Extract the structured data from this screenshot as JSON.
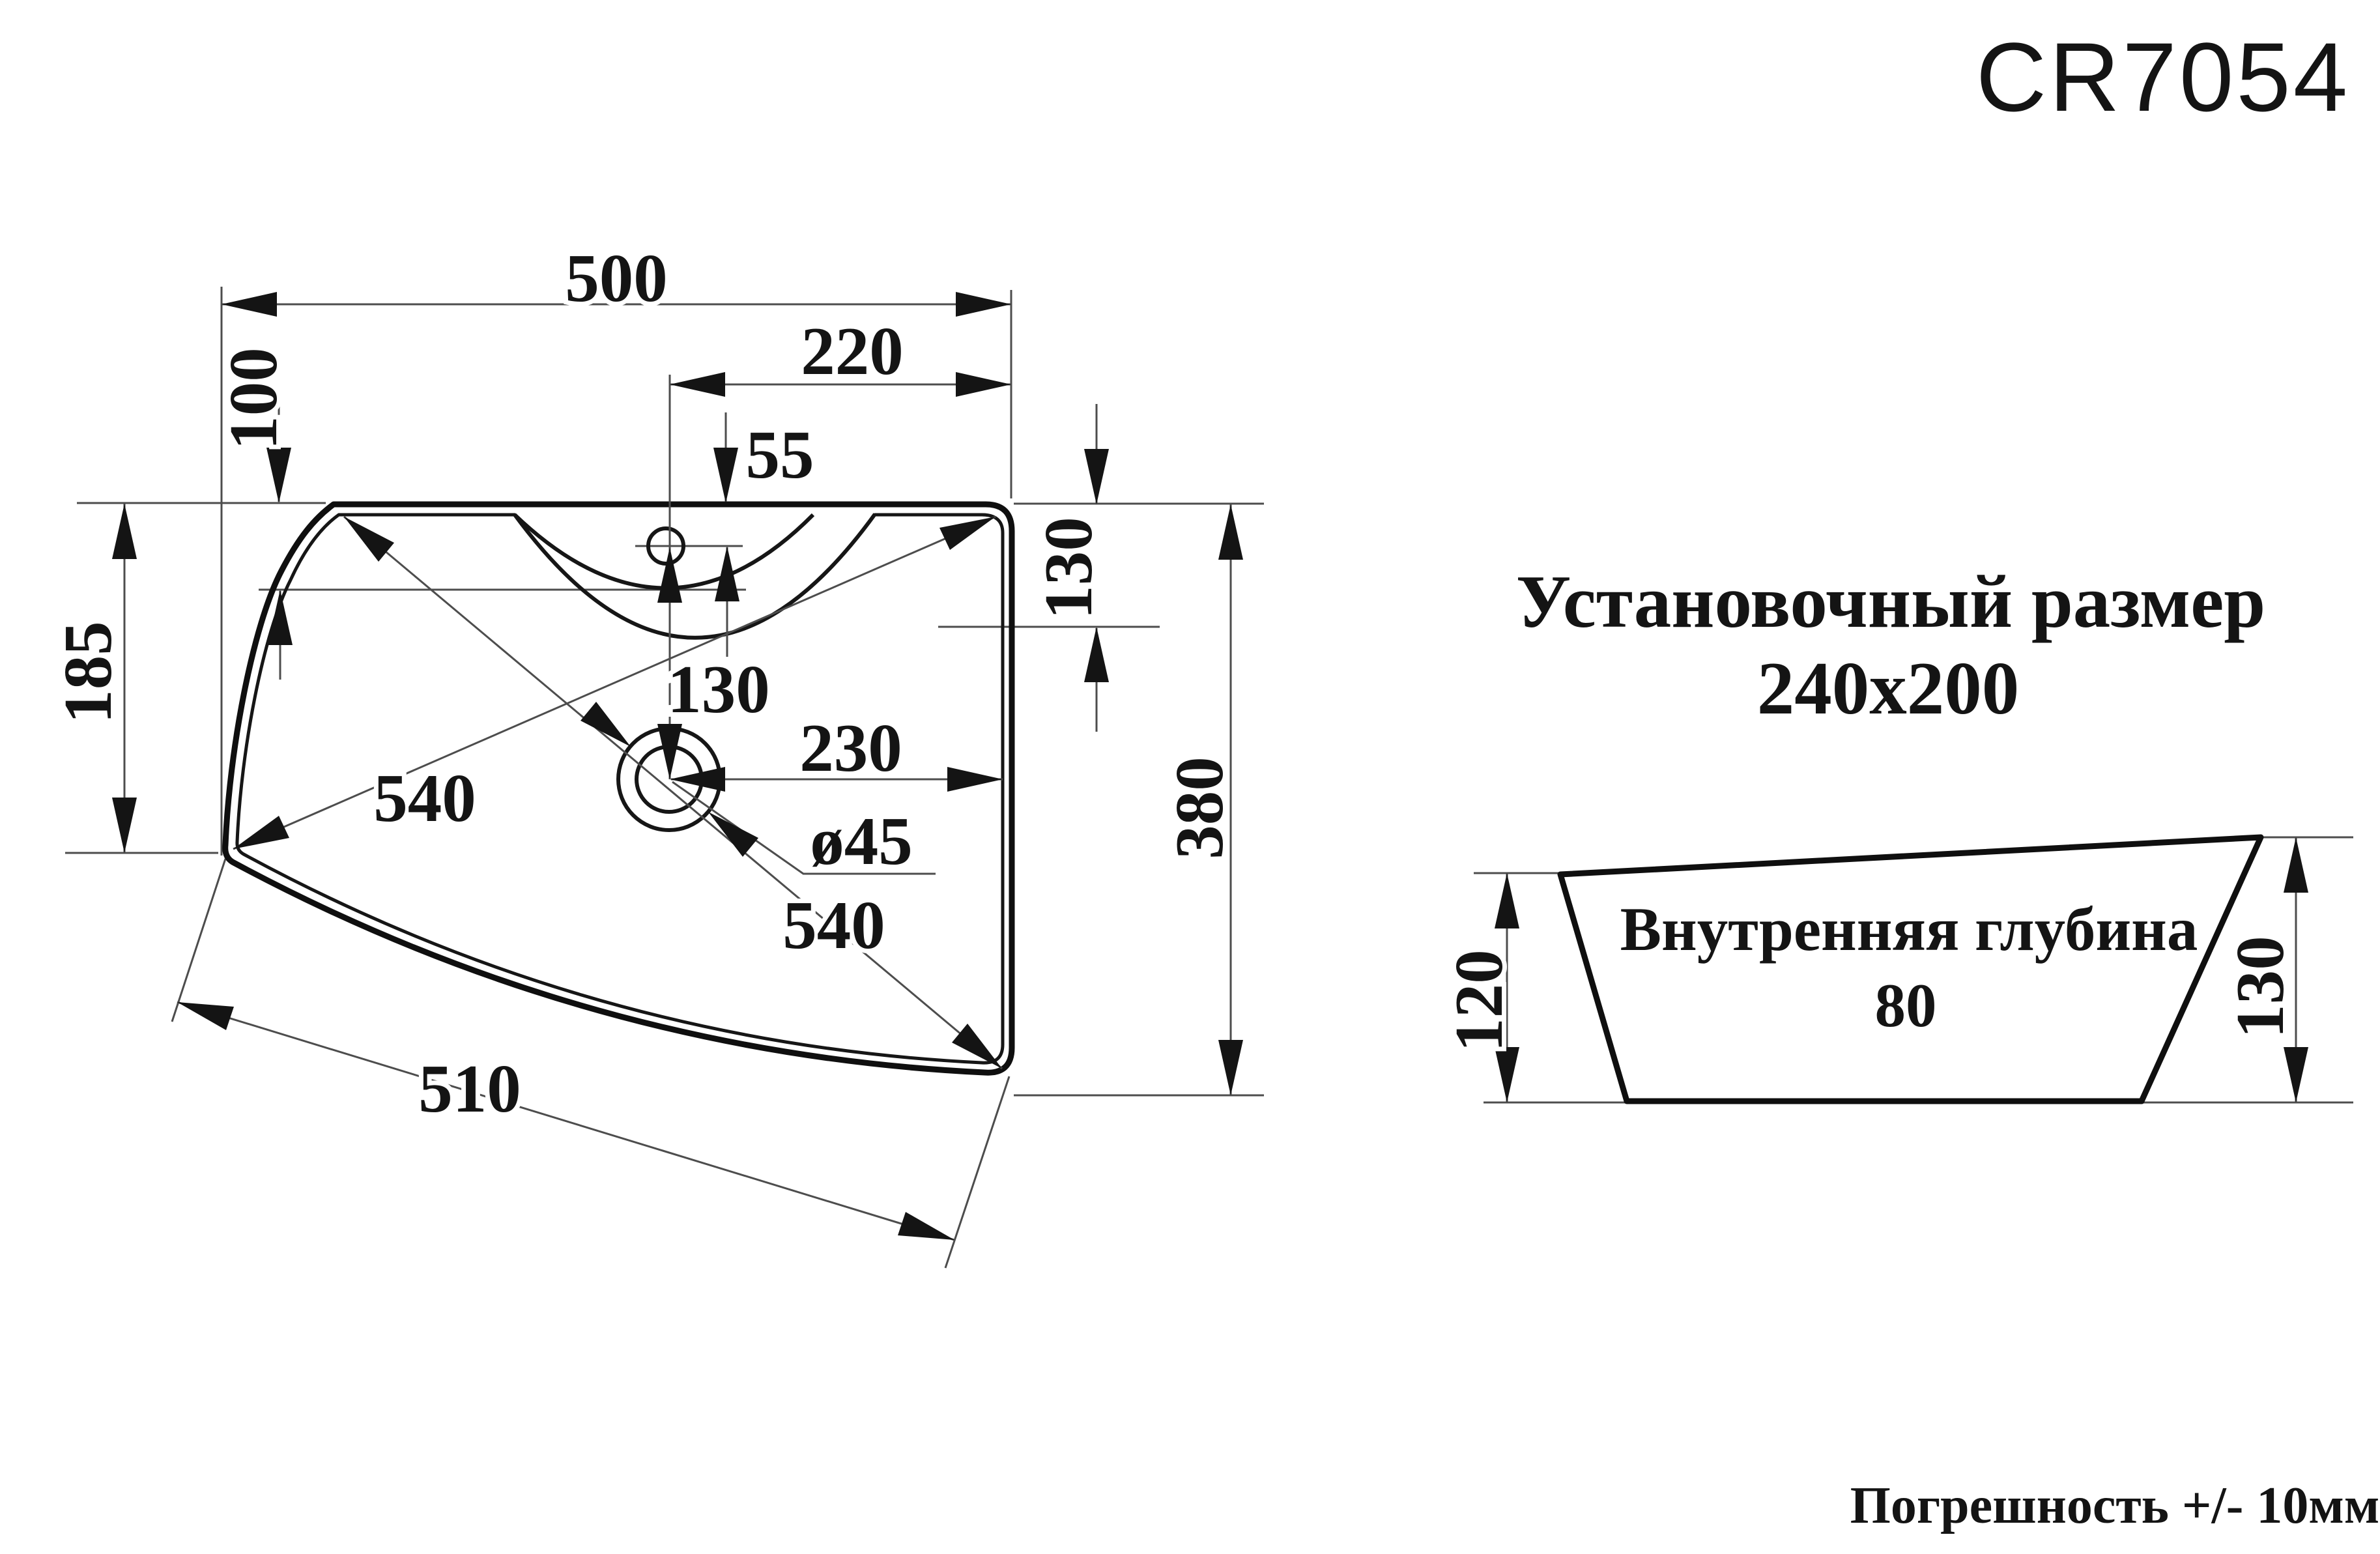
{
  "title": "CR7054",
  "plan_view": {
    "description": "top view of washbasin with dimensions",
    "dims": {
      "overall_width": "500",
      "tap_center_to_right_edge": "220",
      "tap_hole_offset": "55",
      "front_lip_depth": "100",
      "left_side_depth": "185",
      "tap_to_drain": "130",
      "drain_to_right_edge": "230",
      "drain_diameter": "ø45",
      "diagonal_tr_bl": "540",
      "diagonal_tl_br": "540",
      "bottom_edge_length": "510",
      "basin_depth_from_top": "130",
      "overall_depth": "380"
    }
  },
  "side_view": {
    "heading_line1": "Установочный размер",
    "heading_line2": "240x200",
    "inner_depth_label": "Внутренняя глубина",
    "inner_depth_value": "80",
    "dims": {
      "left_height": "120",
      "right_height": "130"
    }
  },
  "footer": {
    "tolerance_note": "Погрешность +/- 10мм"
  },
  "colors": {
    "ink": "#141414",
    "thin_line": "#4d4d4d",
    "background": "#ffffff"
  }
}
